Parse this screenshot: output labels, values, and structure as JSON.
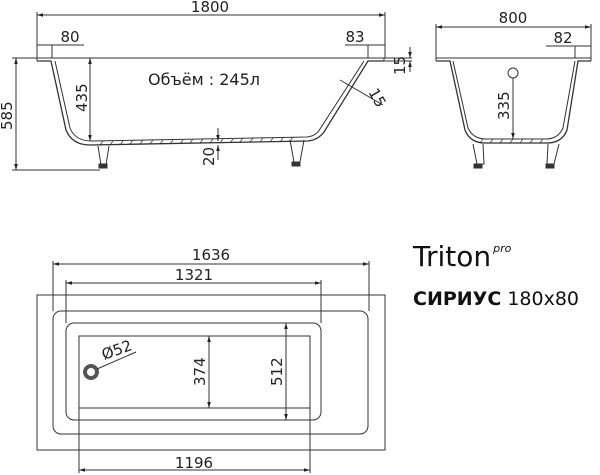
{
  "side_view": {
    "overall_length": "1800",
    "left_rim": "80",
    "right_rim": "83",
    "rim_thickness": "15",
    "wall_thickness": "15",
    "total_height": "585",
    "inner_depth": "435",
    "bottom_thickness": "20",
    "volume_label": "Объём : 245л"
  },
  "end_view": {
    "overall_width": "800",
    "rim_width": "82",
    "overflow_height": "335"
  },
  "top_view": {
    "outer_bowl_length": "1636",
    "inner_bowl_length": "1321",
    "bottom_length": "1196",
    "bottom_width": "374",
    "inner_width": "512",
    "drain_diameter": "Ø52"
  },
  "brand": {
    "name": "Triton",
    "suffix": "pro",
    "model_name": "СИРИУС",
    "model_size": "180x80"
  }
}
